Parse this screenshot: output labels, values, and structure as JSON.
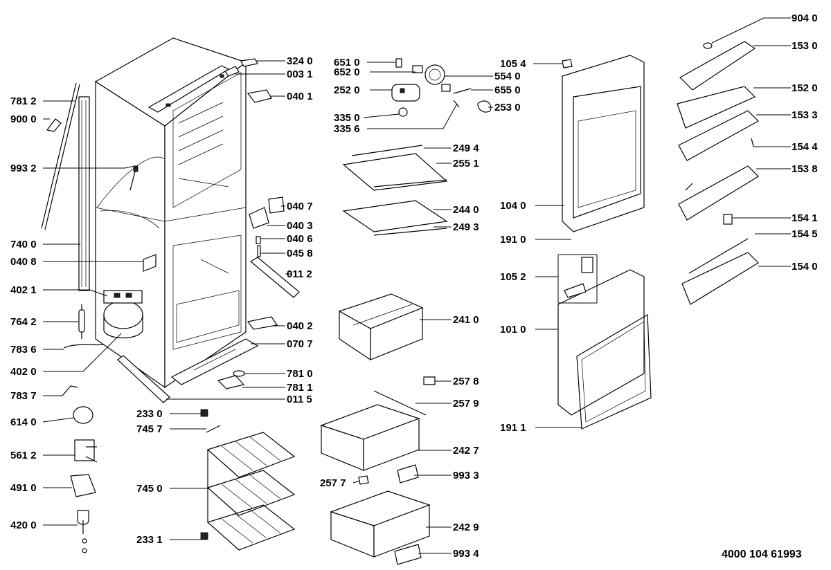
{
  "parts": [
    {
      "id": "p9040",
      "label": "904 0"
    },
    {
      "id": "p1530",
      "label": "153 0"
    },
    {
      "id": "p1520",
      "label": "152 0"
    },
    {
      "id": "p1533",
      "label": "153 3"
    },
    {
      "id": "p1544",
      "label": "154 4"
    },
    {
      "id": "p1538",
      "label": "153 8"
    },
    {
      "id": "p1541",
      "label": "154 1"
    },
    {
      "id": "p1545",
      "label": "154 5"
    },
    {
      "id": "p1540",
      "label": "154 0"
    },
    {
      "id": "p1054",
      "label": "105 4"
    },
    {
      "id": "p5540",
      "label": "554 0"
    },
    {
      "id": "p6550",
      "label": "655 0"
    },
    {
      "id": "p2530",
      "label": "253 0"
    },
    {
      "id": "p1040",
      "label": "104 0"
    },
    {
      "id": "p1910",
      "label": "191 0"
    },
    {
      "id": "p1052",
      "label": "105 2"
    },
    {
      "id": "p1010",
      "label": "101 0"
    },
    {
      "id": "p1911",
      "label": "191 1"
    },
    {
      "id": "p6510",
      "label": "651 0"
    },
    {
      "id": "p6520",
      "label": "652 0"
    },
    {
      "id": "p2520",
      "label": "252 0"
    },
    {
      "id": "p3350",
      "label": "335 0"
    },
    {
      "id": "p3356",
      "label": "335 6"
    },
    {
      "id": "p2494",
      "label": "249 4"
    },
    {
      "id": "p2551",
      "label": "255 1"
    },
    {
      "id": "p2440",
      "label": "244 0"
    },
    {
      "id": "p2493",
      "label": "249 3"
    },
    {
      "id": "p2410",
      "label": "241 0"
    },
    {
      "id": "p2578",
      "label": "257 8"
    },
    {
      "id": "p2579",
      "label": "257 9"
    },
    {
      "id": "p2427",
      "label": "242 7"
    },
    {
      "id": "p9933",
      "label": "993 3"
    },
    {
      "id": "p2577",
      "label": "257 7"
    },
    {
      "id": "p2429",
      "label": "242 9"
    },
    {
      "id": "p9934",
      "label": "993 4"
    },
    {
      "id": "p3240",
      "label": "324 0"
    },
    {
      "id": "p0031",
      "label": "003 1"
    },
    {
      "id": "p0401",
      "label": "040 1"
    },
    {
      "id": "p0407",
      "label": "040 7"
    },
    {
      "id": "p0403",
      "label": "040 3"
    },
    {
      "id": "p0406",
      "label": "040 6"
    },
    {
      "id": "p0458",
      "label": "045 8"
    },
    {
      "id": "p0112",
      "label": "011 2"
    },
    {
      "id": "p0402",
      "label": "040 2"
    },
    {
      "id": "p0707",
      "label": "070 7"
    },
    {
      "id": "p7810",
      "label": "781 0"
    },
    {
      "id": "p7811",
      "label": "781 1"
    },
    {
      "id": "p0115",
      "label": "011 5"
    },
    {
      "id": "p2330",
      "label": "233 0"
    },
    {
      "id": "p7457",
      "label": "745 7"
    },
    {
      "id": "p7450",
      "label": "745 0"
    },
    {
      "id": "p2331",
      "label": "233 1"
    },
    {
      "id": "p7812",
      "label": "781 2"
    },
    {
      "id": "p9000",
      "label": "900 0"
    },
    {
      "id": "p9932",
      "label": "993 2"
    },
    {
      "id": "p7400",
      "label": "740 0"
    },
    {
      "id": "p0408",
      "label": "040 8"
    },
    {
      "id": "p4021",
      "label": "402 1"
    },
    {
      "id": "p7642",
      "label": "764 2"
    },
    {
      "id": "p7836",
      "label": "783 6"
    },
    {
      "id": "p4020",
      "label": "402 0"
    },
    {
      "id": "p7837",
      "label": "783 7"
    },
    {
      "id": "p6140",
      "label": "614 0"
    },
    {
      "id": "p5612",
      "label": "561 2"
    },
    {
      "id": "p4910",
      "label": "491 0"
    },
    {
      "id": "p4200",
      "label": "420 0"
    }
  ],
  "document_number": "4000 104 61993"
}
